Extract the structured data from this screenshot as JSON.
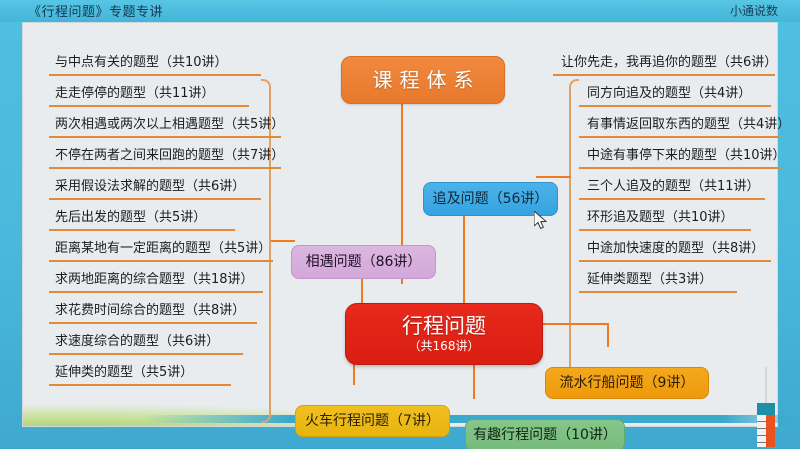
{
  "header": {
    "title": "《行程问题》专题专讲",
    "brand": "小通说数"
  },
  "diagram": {
    "title_node": "课程体系",
    "center_node": {
      "name": "行程问题",
      "count": "（共168讲）"
    },
    "branches": [
      {
        "id": "meeting",
        "label": "相遇问题（86讲）",
        "color": "#d2a8d8"
      },
      {
        "id": "chasing",
        "label": "追及问题（56讲）",
        "color": "#34a3e0"
      },
      {
        "id": "train",
        "label": "火车行程问题（7讲）",
        "color": "#e8b40e"
      },
      {
        "id": "interesting",
        "label": "有趣行程问题（10讲）",
        "color": "#76bb7c"
      },
      {
        "id": "boat",
        "label": "流水行船问题（9讲）",
        "color": "#ee9a0c"
      }
    ],
    "meeting_topics": [
      "与中点有关的题型（共10讲）",
      "走走停停的题型（共11讲）",
      "两次相遇或两次以上相遇题型（共5讲）",
      "不停在两者之间来回跑的题型（共7讲）",
      "采用假设法求解的题型（共6讲）",
      "先后出发的题型（共5讲）",
      "距离某地有一定距离的题型（共5讲）",
      "求两地距离的综合题型（共18讲）",
      "求花费时间综合的题型（共8讲）",
      "求速度综合的题型（共6讲）",
      "延伸类的题型（共5讲）"
    ],
    "chasing_topics": [
      "让你先走，我再追你的题型（共6讲）",
      "同方向追及的题型（共4讲）",
      "有事情返回取东西的题型（共4讲）",
      "中途有事停下来的题型（共10讲）",
      "三个人追及的题型（共11讲）",
      "环形追及题型（共10讲）",
      "中途加快速度的题型（共8讲）",
      "延伸类题型（共3讲）"
    ]
  },
  "colors": {
    "accent_orange": "#ee7a22",
    "center_red": "#d91e12",
    "header_blue": "#49b8dc",
    "canvas_bg": "#e8ecee"
  }
}
